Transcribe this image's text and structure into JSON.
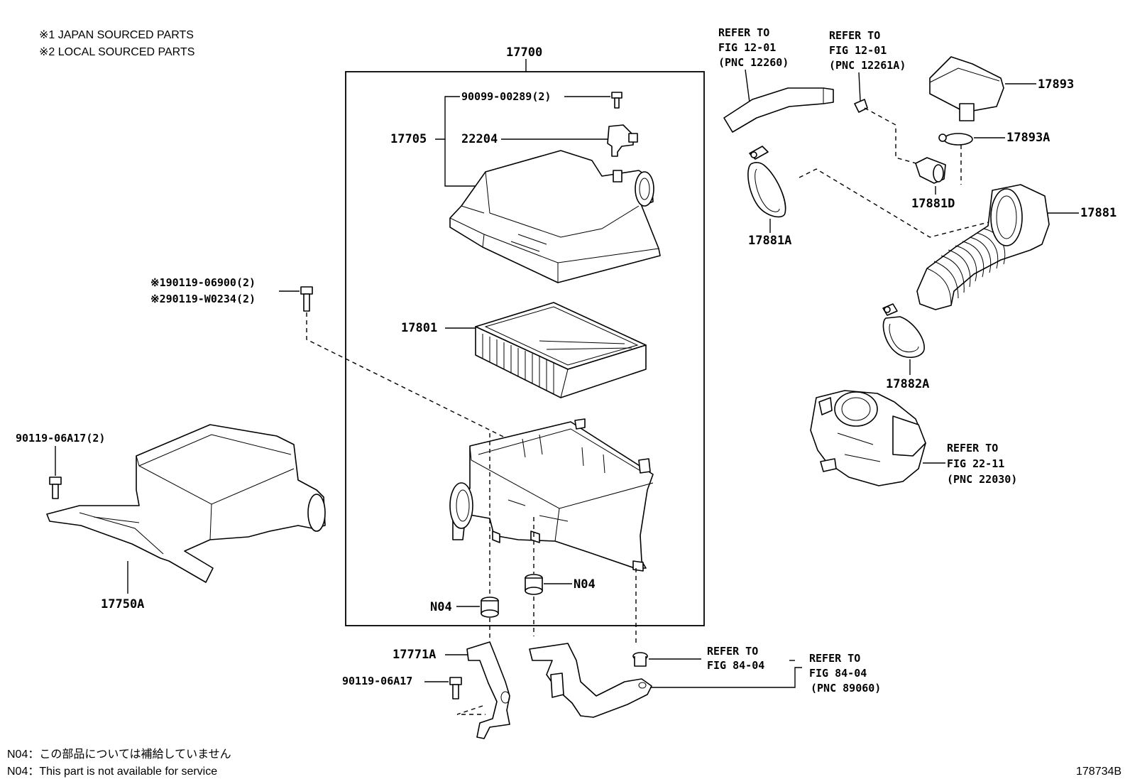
{
  "header_notes": [
    "※1 JAPAN SOURCED PARTS",
    "※2 LOCAL SOURCED PARTS"
  ],
  "assembly_label": "17700",
  "parts": {
    "p90099": "90099-00289(2)",
    "p22204": "22204",
    "p17705": "17705",
    "p17801": "17801",
    "p90119_1": "※190119-06900(2)",
    "p90119_2": "※290119-W0234(2)",
    "p90119_a17_2": "90119-06A17(2)",
    "p17750a": "17750A",
    "pN04_left": "N04",
    "pN04_right": "N04",
    "p17771a": "17771A",
    "p90119_a17": "90119-06A17",
    "p17893": "17893",
    "p17893a": "17893A",
    "p17881d": "17881D",
    "p17881": "17881",
    "p17881a": "17881A",
    "p17882a": "17882A"
  },
  "refs": {
    "ref1": [
      "REFER TO",
      "FIG 12-01",
      "(PNC 12260)"
    ],
    "ref2": [
      "REFER TO",
      "FIG 12-01",
      "(PNC 12261A)"
    ],
    "ref3": [
      "REFER TO",
      "FIG 22-11",
      "(PNC 22030)"
    ],
    "ref4": [
      "REFER TO",
      "FIG 84-04"
    ],
    "ref5": [
      "REFER TO",
      "FIG 84-04",
      "(PNC 89060)"
    ]
  },
  "footer_notes": [
    "N04：この部品については補給していません",
    "N04：This part is not available for service"
  ],
  "figure_id": "178734B"
}
